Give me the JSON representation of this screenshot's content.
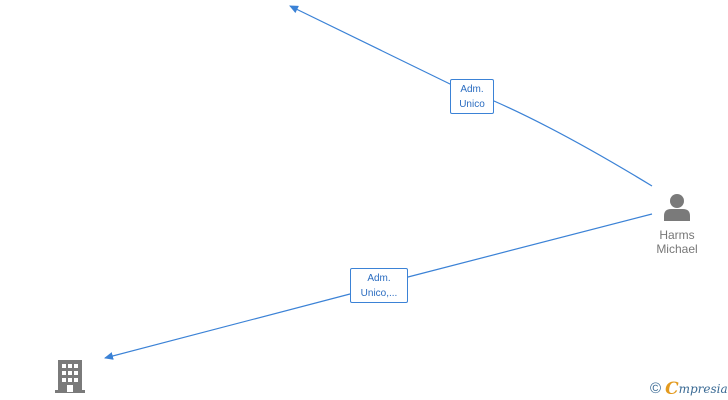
{
  "diagram": {
    "person": {
      "name_line1": "Harms",
      "name_line2": "Michael",
      "icon": "person-icon"
    },
    "company": {
      "icon": "building-icon"
    },
    "edges": [
      {
        "label_line1": "Adm.",
        "label_line2": "Unico"
      },
      {
        "label_line1": "Adm.",
        "label_line2": "Unico,..."
      }
    ],
    "colors": {
      "edge": "#3b82d6",
      "node_icon": "#7a7a7a",
      "brand_orange": "#e39a1e",
      "brand_blue": "#3a6a94"
    }
  },
  "brand": {
    "copyright_symbol": "©",
    "name_initial": "C",
    "name_rest": "mpresia"
  }
}
